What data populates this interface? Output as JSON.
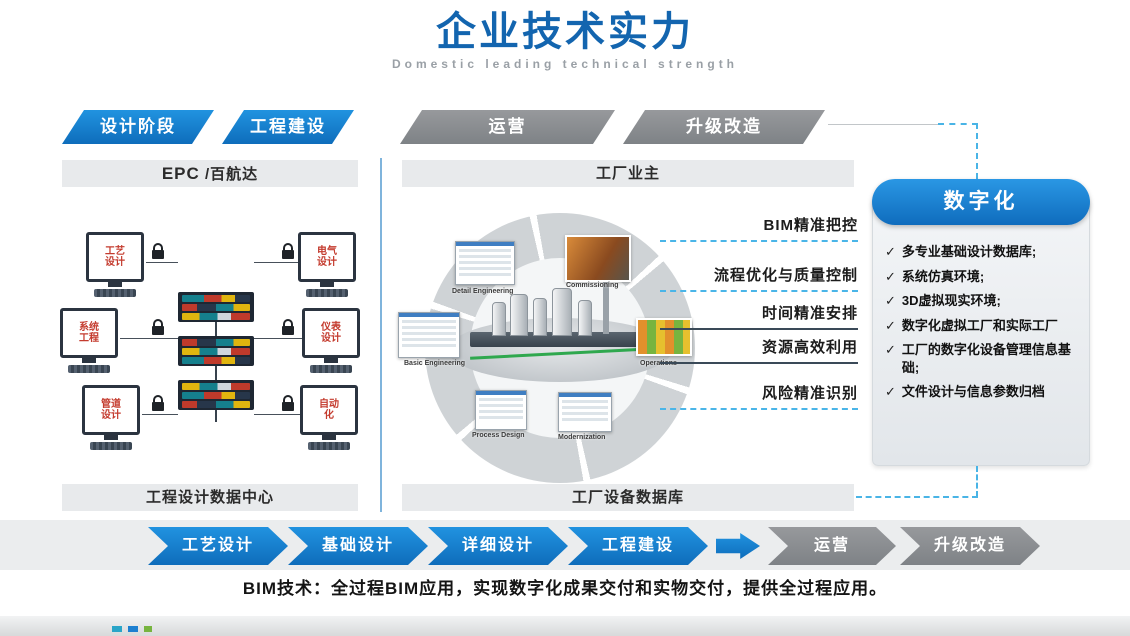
{
  "slide": {
    "title": "企业技术实力",
    "subtitle": "Domestic leading technical strength"
  },
  "phase_tabs": [
    {
      "label": "设计阶段"
    },
    {
      "label": "工程建设"
    },
    {
      "label": "运营"
    },
    {
      "label": "升级改造"
    }
  ],
  "left_panel": {
    "header_primary": "EPC",
    "header_secondary": " /百航达",
    "workstations": [
      "工艺设计",
      "电气设计",
      "系统工程",
      "仪表设计",
      "管道设计",
      "自动化"
    ],
    "footer": "工程设计数据中心"
  },
  "center_panel": {
    "header": "工厂业主",
    "ring_labels": [
      "Detail Engineering",
      "Commissioning",
      "Basic Engineering",
      "Process Design",
      "Modernization",
      "Operations"
    ],
    "benefits": [
      "BIM精准把控",
      "流程优化与质量控制",
      "时间精准安排",
      "资源高效利用",
      "风险精准识别"
    ],
    "footer": "工厂设备数据库"
  },
  "digital_panel": {
    "title": "数字化",
    "check_glyph": "✓",
    "items": [
      "多专业基础设计数据库;",
      "系统仿真环境;",
      "3D虚拟现实环境;",
      "数字化虚拟工厂和实际工厂",
      "工厂的数字化设备管理信息基础;",
      "文件设计与信息参数归档"
    ]
  },
  "process_flow": [
    {
      "label": "工艺设计"
    },
    {
      "label": "基础设计"
    },
    {
      "label": "详细设计"
    },
    {
      "label": "工程建设"
    },
    {
      "label": "运营"
    },
    {
      "label": "升级改造"
    }
  ],
  "footer_note": "BIM技术：全过程BIM应用，实现数字化成果交付和实物交付，提供全过程应用。",
  "colors": {
    "title_blue": "#1365af",
    "tab_blue": "#1a82d4",
    "tab_gray": "#8a8e92",
    "bar_gray": "#e8eaec",
    "dashed_blue": "#49b4e6",
    "monitor_text_red": "#c43b2e"
  }
}
